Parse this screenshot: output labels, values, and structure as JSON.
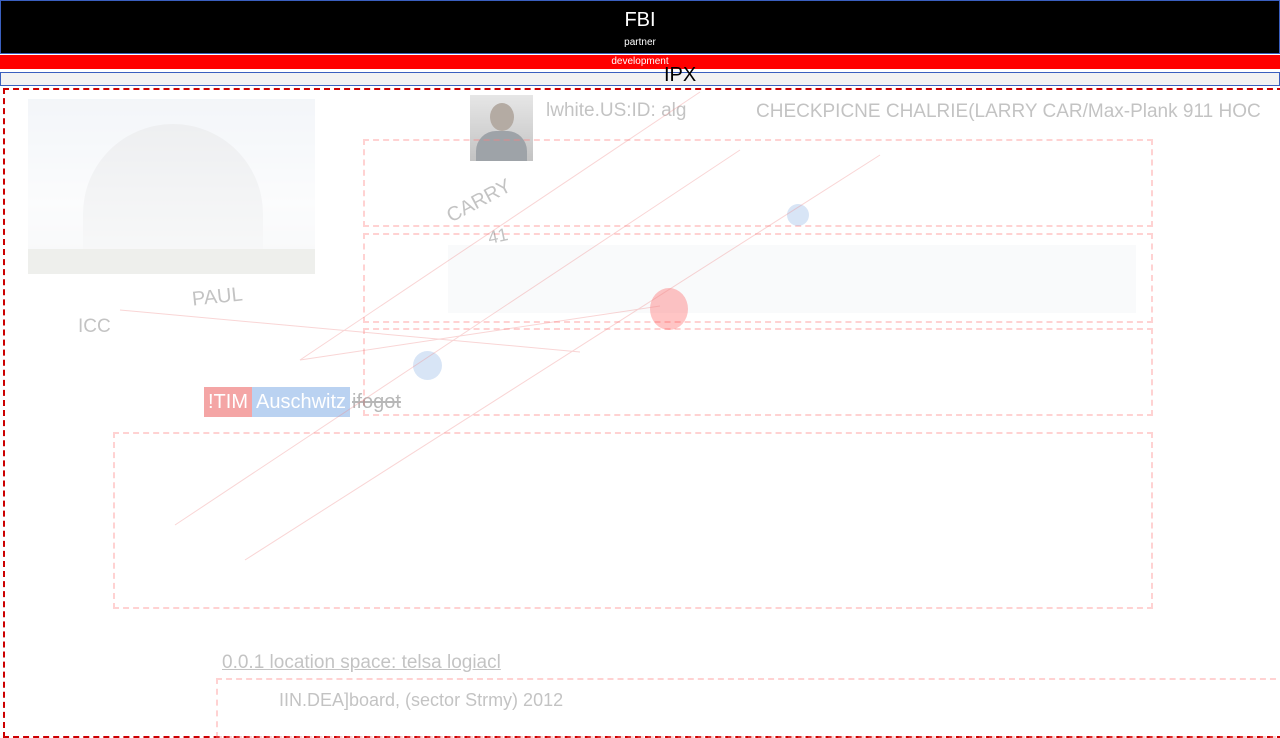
{
  "header": {
    "title": "FBI",
    "subtitle": "partner"
  },
  "redbar": {
    "label": "development"
  },
  "topbar": {
    "ipx": "IPX"
  },
  "canvas": {
    "user_line": "lwhite.US:ID:  alg",
    "checkpoint": "CHECKPICNE CHALRIE(LARRY  CAR/Max-Plank 911 HOC",
    "carry": "CARRY",
    "carry_num": "41",
    "paul": "PAUL",
    "icc": "ICC",
    "tim_red": "!TIM",
    "tim_blue": "Auschwitz",
    "tim_grey": "ifogot",
    "location": "0.0.1 location space: telsa logiacl",
    "bottom_line": "IIN.DEA]board, (sector Strmy) 2012"
  },
  "colors": {
    "header_bg": "#000000",
    "accent_red": "#ff0000",
    "frame": "#cc0000"
  }
}
